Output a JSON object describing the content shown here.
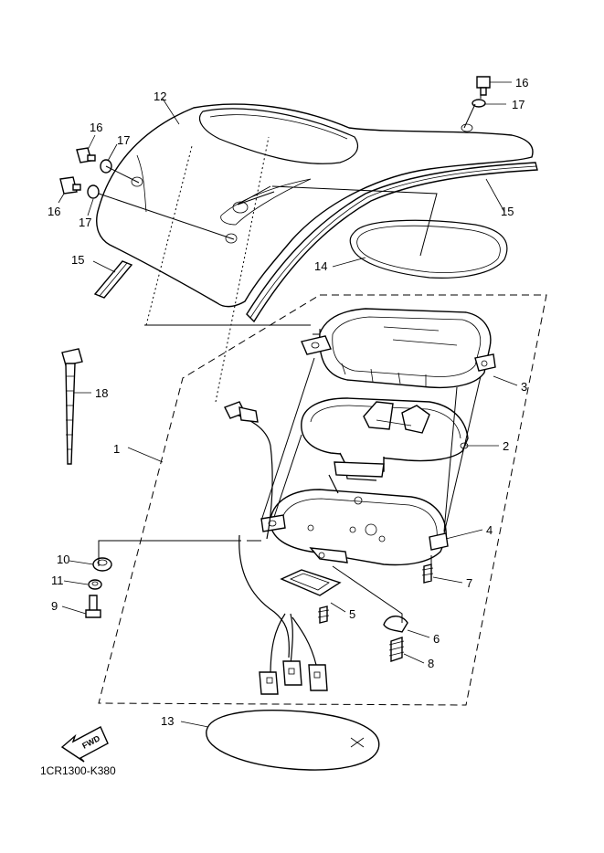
{
  "diagram_code": "1CR1300-K380",
  "fwd_label": "FWD",
  "callouts": {
    "c1": "1",
    "c2": "2",
    "c3": "3",
    "c4": "4",
    "c5": "5",
    "c6": "6",
    "c7": "7",
    "c8": "8",
    "c9": "9",
    "c10": "10",
    "c11": "11",
    "c12": "12",
    "c13": "13",
    "c14": "14",
    "c15a": "15",
    "c15b": "15",
    "c16a": "16",
    "c16b": "16",
    "c16c": "16",
    "c17a": "17",
    "c17b": "17",
    "c17c": "17",
    "c18": "18"
  }
}
